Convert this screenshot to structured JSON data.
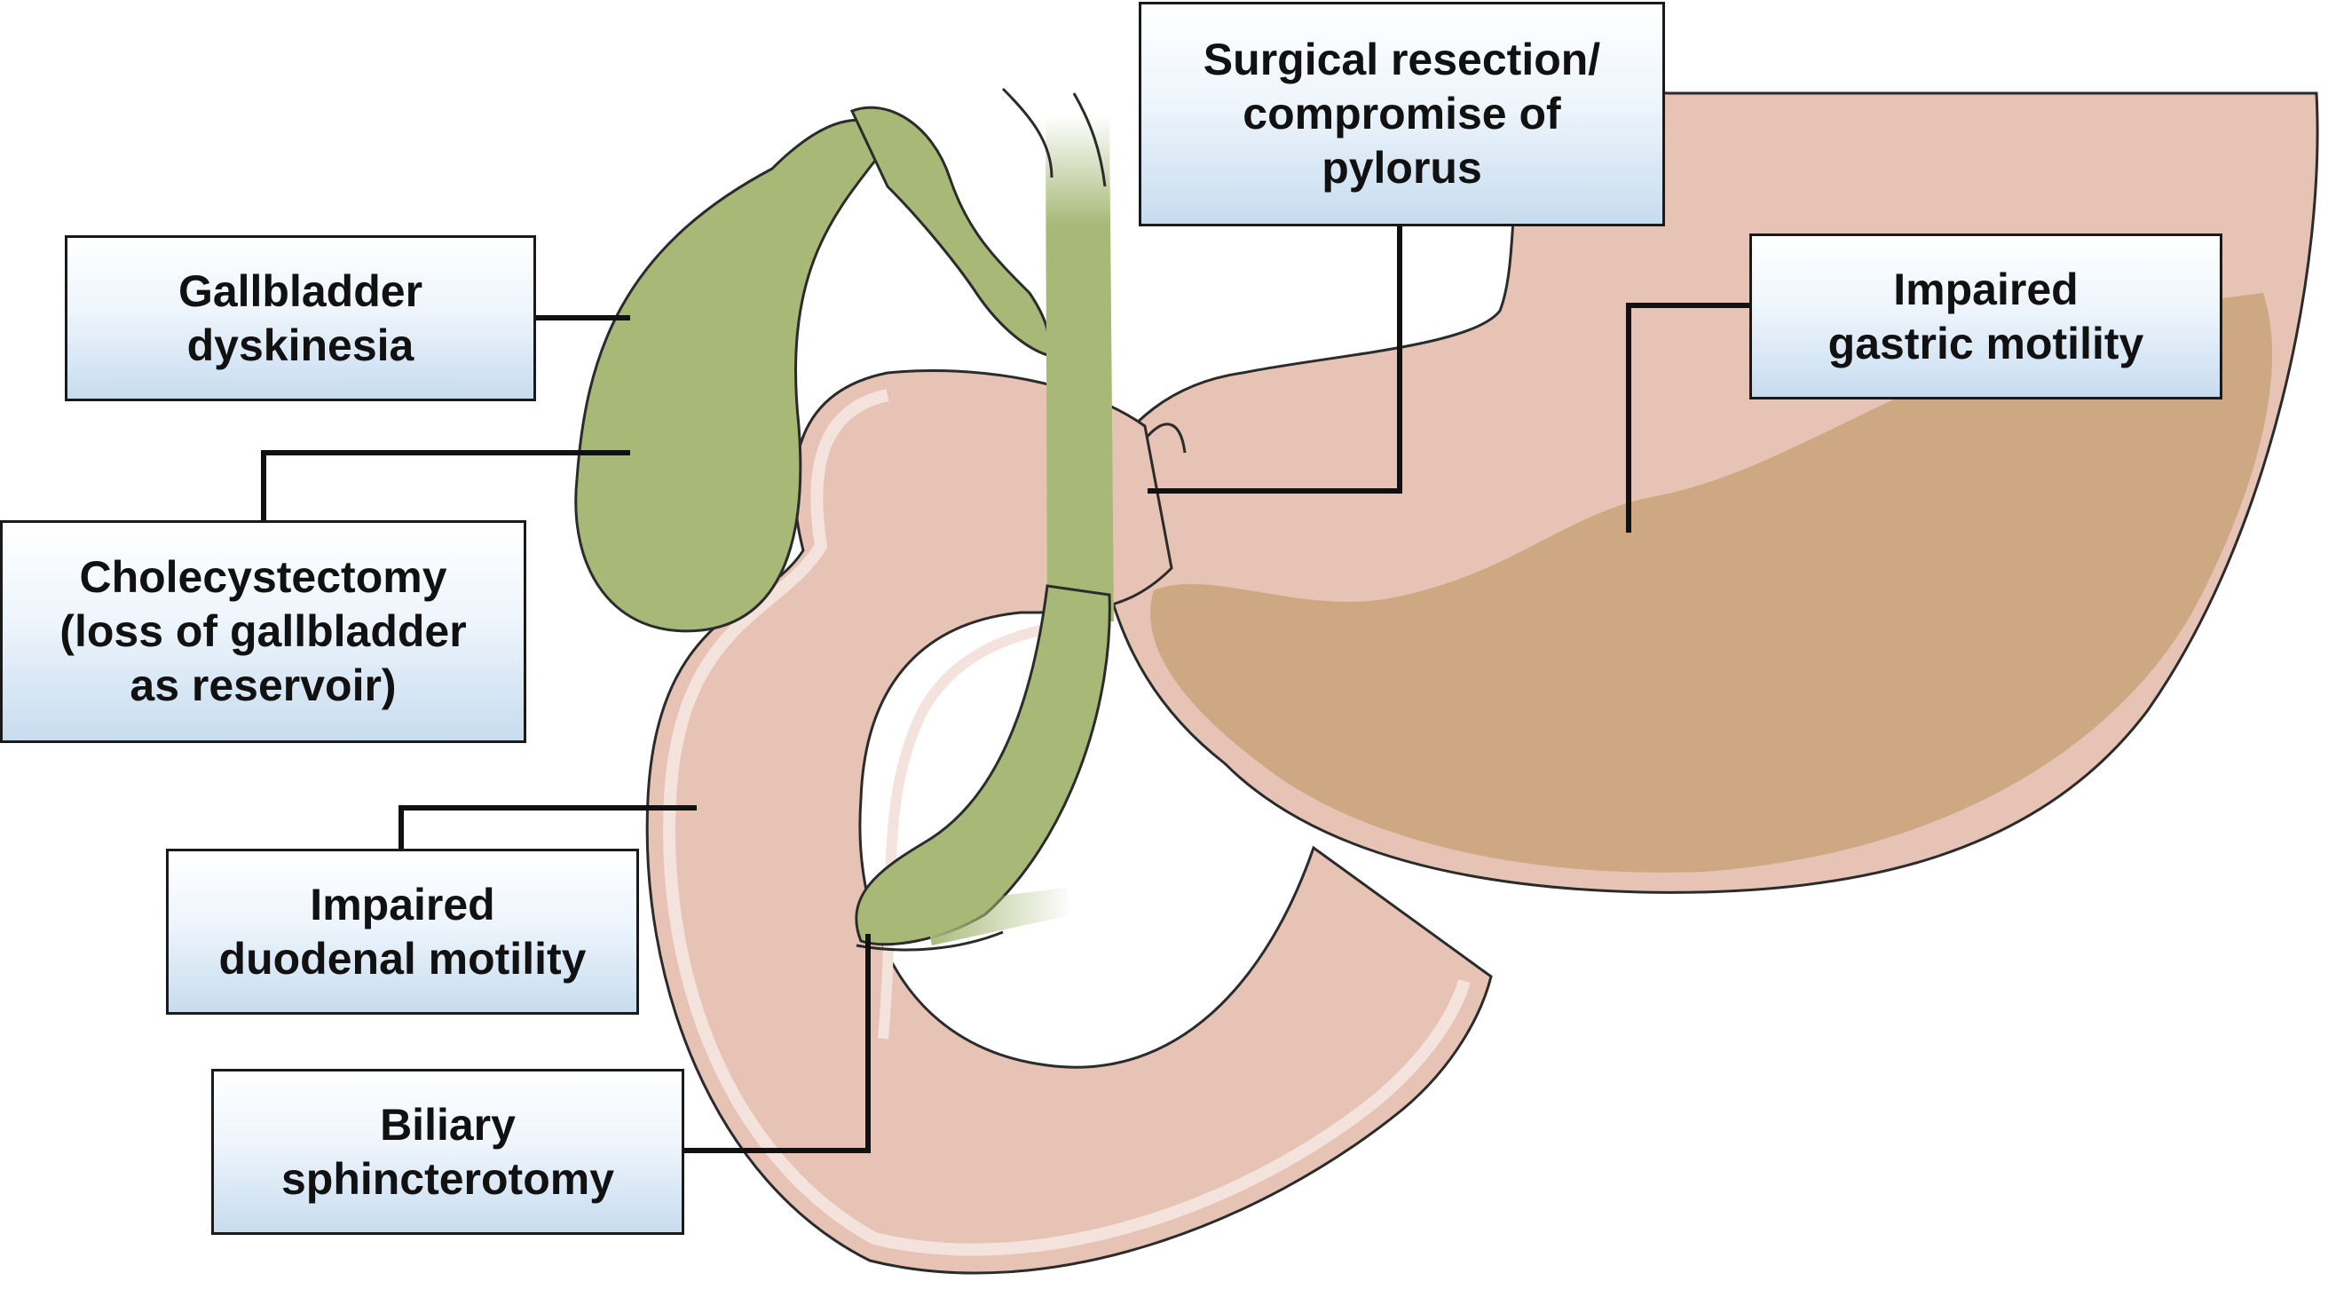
{
  "labels": {
    "gallbladder_dyskinesia": "Gallbladder\ndyskinesia",
    "cholecystectomy": "Cholecystectomy\n(loss of gallbladder\nas reservoir)",
    "impaired_duodenal_motility": "Impaired\nduodenal motility",
    "biliary_sphincterotomy": "Biliary\nsphincterotomy",
    "surgical_resection_pylorus": "Surgical resection/\ncompromise of\npylorus",
    "impaired_gastric_motility": "Impaired\ngastric motility"
  },
  "colors": {
    "stomach_wall": "#e6c3b4",
    "stomach_rim": "#f4e3dc",
    "gastric_contents": "#cda882",
    "biliary_tree": "#a7b877",
    "outline": "#2b2b2b",
    "leader_line": "#111111",
    "box_gradient_bottom": "#c7dcef"
  }
}
